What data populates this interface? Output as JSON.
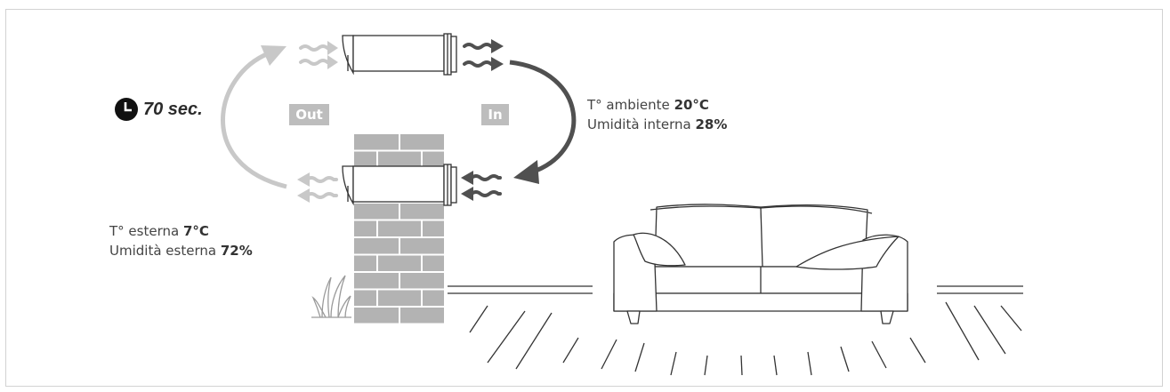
{
  "colors": {
    "border": "#d2d2d2",
    "dark_arrow": "#505050",
    "light_arrow": "#c8c8c8",
    "brick": "#b3b3b3",
    "tag_bg": "#bdbdbd",
    "line": "#333333"
  },
  "icons": {
    "timer": "clock-icon",
    "wall": "brick-wall-icon",
    "grass": "grass-icon",
    "furniture": "sofa-icon"
  },
  "timer": {
    "label": "70 sec."
  },
  "flow_tags": {
    "out": "Out",
    "in": "In"
  },
  "indoor": {
    "temp_label": "T° ambiente",
    "temp_value": "20°C",
    "humidity_label": "Umidità interna",
    "humidity_value": "28%"
  },
  "outdoor": {
    "temp_label": "T° esterna",
    "temp_value": "7°C",
    "humidity_label": "Umidità esterna",
    "humidity_value": "72%"
  }
}
